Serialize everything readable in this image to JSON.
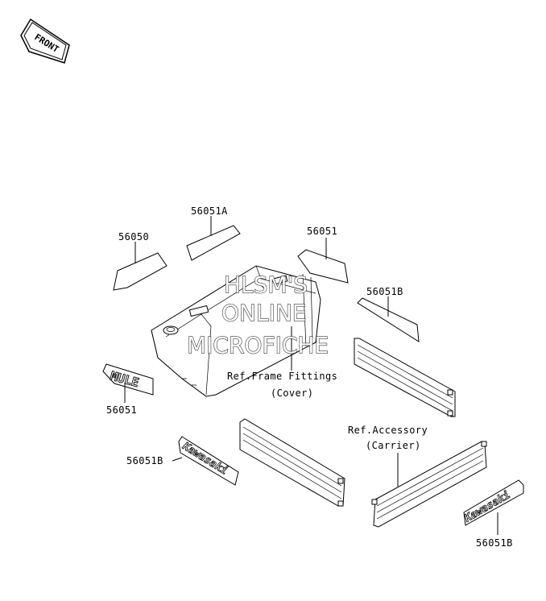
{
  "front_arrow": {
    "text": "FRONT"
  },
  "labels": {
    "l_56051A": "56051A",
    "l_56050": "56050",
    "l_56051_top": "56051",
    "l_56051B_right": "56051B",
    "l_56051_left": "56051",
    "l_56051B_mid": "56051B",
    "l_56051B_bottom": "56051B",
    "ref_frame_1": "Ref.Frame Fittings",
    "ref_frame_2": "(Cover)",
    "ref_acc_1": "Ref.Accessory",
    "ref_acc_2": "(Carrier)"
  },
  "decals": {
    "mule_text": "MULE",
    "kawasaki_text": "Kawasaki",
    "kawasaki_text_2": "Kawasaki"
  },
  "watermark": {
    "line1": "HLSM'S",
    "line2": "ONLINE",
    "line3": "MICROFICHE"
  }
}
